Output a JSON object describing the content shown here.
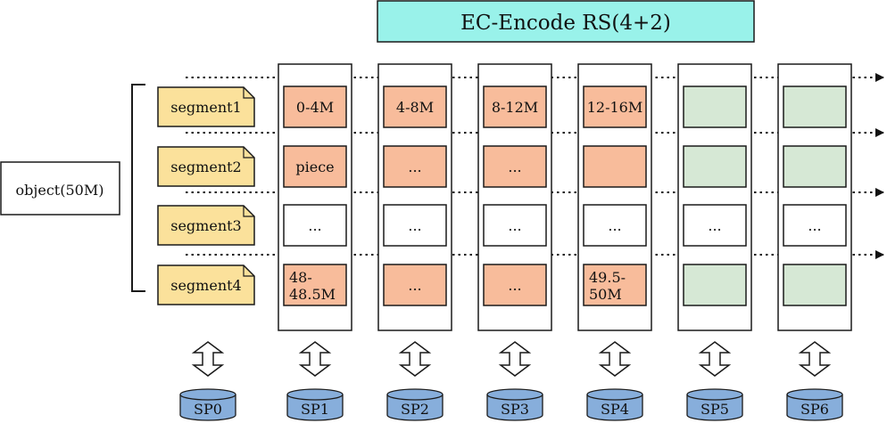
{
  "title": "EC-Encode RS(4+2)",
  "object_label": "object(50M)",
  "segments": [
    "segment1",
    "segment2",
    "segment3",
    "segment4"
  ],
  "columns": [
    {
      "sp": "SP0",
      "cells": []
    },
    {
      "sp": "SP1",
      "cells": [
        {
          "kind": "data",
          "text": [
            "0-4M"
          ]
        },
        {
          "kind": "data",
          "text": [
            "piece"
          ]
        },
        {
          "kind": "empty",
          "text": [
            "..."
          ]
        },
        {
          "kind": "data",
          "text": [
            "48-",
            "48.5M"
          ]
        }
      ]
    },
    {
      "sp": "SP2",
      "cells": [
        {
          "kind": "data",
          "text": [
            "4-8M"
          ]
        },
        {
          "kind": "data",
          "text": [
            "..."
          ]
        },
        {
          "kind": "empty",
          "text": [
            "..."
          ]
        },
        {
          "kind": "data",
          "text": [
            "..."
          ]
        }
      ]
    },
    {
      "sp": "SP3",
      "cells": [
        {
          "kind": "data",
          "text": [
            "8-12M"
          ]
        },
        {
          "kind": "data",
          "text": [
            "..."
          ]
        },
        {
          "kind": "empty",
          "text": [
            "..."
          ]
        },
        {
          "kind": "data",
          "text": [
            "..."
          ]
        }
      ]
    },
    {
      "sp": "SP4",
      "cells": [
        {
          "kind": "data",
          "text": [
            "12-16M"
          ]
        },
        {
          "kind": "data",
          "text": []
        },
        {
          "kind": "empty",
          "text": [
            "..."
          ]
        },
        {
          "kind": "data",
          "text": [
            "49.5-",
            "50M"
          ]
        }
      ]
    },
    {
      "sp": "SP5",
      "cells": [
        {
          "kind": "parity",
          "text": []
        },
        {
          "kind": "parity",
          "text": []
        },
        {
          "kind": "empty",
          "text": [
            "..."
          ]
        },
        {
          "kind": "parity",
          "text": []
        }
      ]
    },
    {
      "sp": "SP6",
      "cells": [
        {
          "kind": "parity",
          "text": []
        },
        {
          "kind": "parity",
          "text": []
        },
        {
          "kind": "empty",
          "text": [
            "..."
          ]
        },
        {
          "kind": "parity",
          "text": []
        }
      ]
    }
  ],
  "colors": {
    "title_fill": "#99f2ea",
    "segment_fill": "#fbe19b",
    "data_fill": "#f8bc9b",
    "parity_fill": "#d6e8d5",
    "empty_fill": "#ffffff",
    "disk_fill": "#87aedb",
    "stroke": "#1a1a1a"
  }
}
